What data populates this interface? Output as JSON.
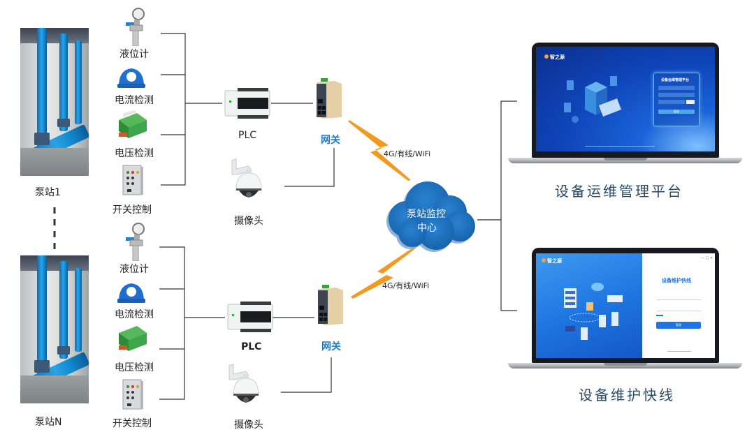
{
  "title": "泵站监控系统架构图",
  "stations": [
    {
      "name": "泵站1",
      "devices": [
        {
          "label": "液位计",
          "icon": "level-gauge-icon"
        },
        {
          "label": "电流检测",
          "icon": "current-sensor-icon"
        },
        {
          "label": "电压检测",
          "icon": "voltage-sensor-icon"
        },
        {
          "label": "开关控制",
          "icon": "control-cabinet-icon"
        }
      ],
      "plc_label": "PLC",
      "gateway_label": "网关",
      "camera_label": "摄像头",
      "link_label": "4G/有线/WiFi"
    },
    {
      "name": "泵站N",
      "devices": [
        {
          "label": "液位计",
          "icon": "level-gauge-icon"
        },
        {
          "label": "电流检测",
          "icon": "current-sensor-icon"
        },
        {
          "label": "电压检测",
          "icon": "voltage-sensor-icon"
        },
        {
          "label": "开关控制",
          "icon": "control-cabinet-icon"
        }
      ],
      "plc_label": "PLC",
      "gateway_label": "网关",
      "camera_label": "摄像头",
      "link_label": "4G/有线/WiFi"
    }
  ],
  "center": {
    "line1": "泵站监控",
    "line2": "中心"
  },
  "platforms": [
    {
      "caption": "设备运维管理平台",
      "screen": {
        "brand": "智之源",
        "login_title": "设备运维管理平台",
        "login_button": "登录",
        "footer": "©2021 版权所有"
      }
    },
    {
      "caption": "设备维护快线",
      "screen": {
        "brand": "智之源",
        "login_title": "设备维护快线",
        "login_button": "登录"
      }
    }
  ],
  "colors": {
    "cloud": "#1b6fbf",
    "bolt": "#f29a1f",
    "gateway_text": "#1f7ac8",
    "caption": "#2a4a66",
    "wire": "#333333"
  }
}
